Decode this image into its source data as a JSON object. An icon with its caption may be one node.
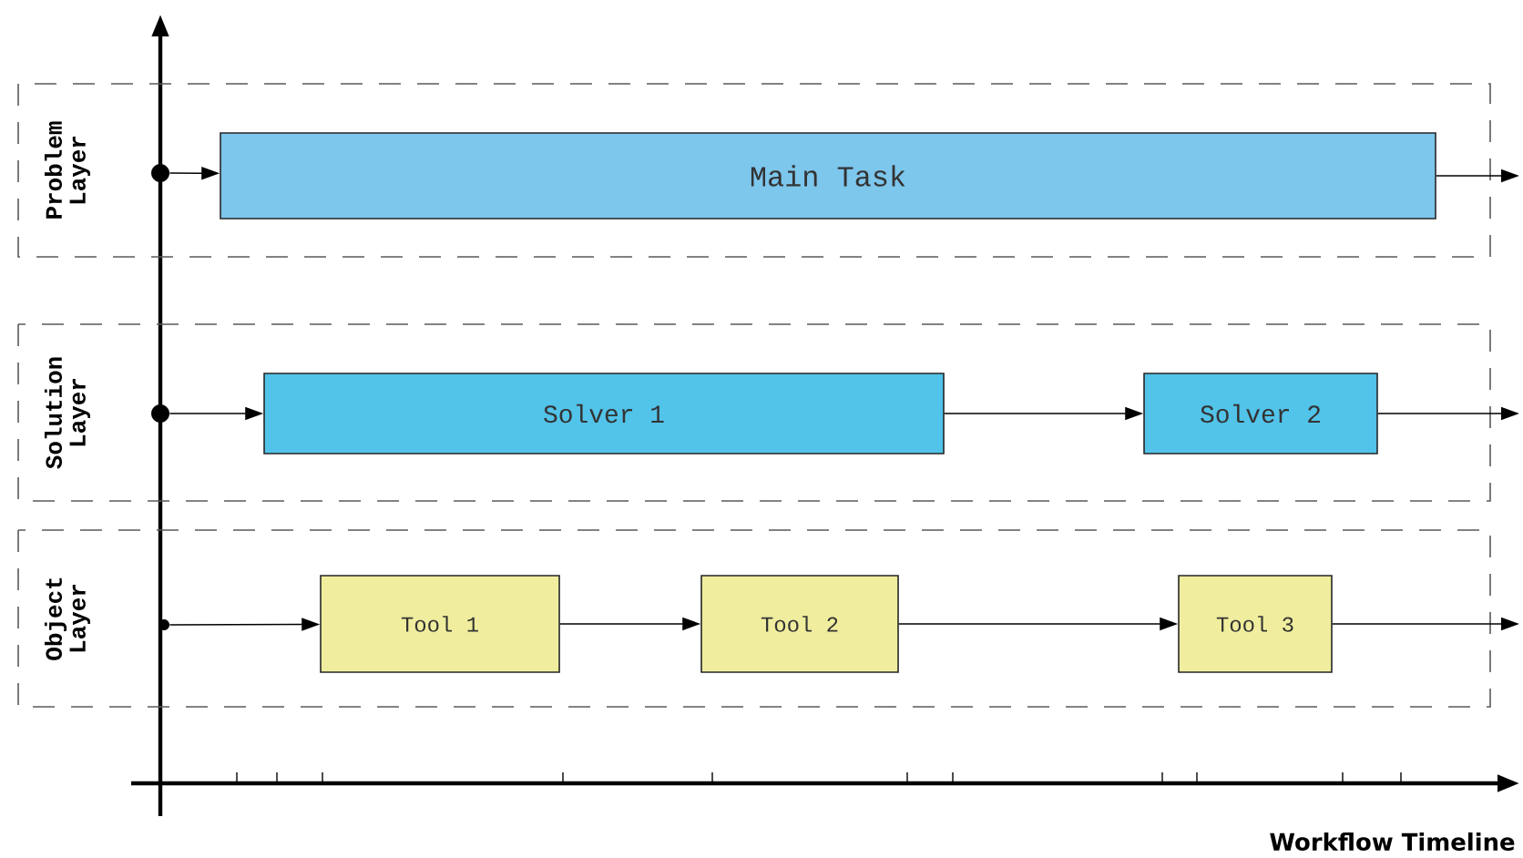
{
  "diagram": {
    "nodes": [
      {
        "text": [
          "Problem Layer"
        ]
      },
      {
        "text": [],
        "shape": "circle",
        "in": 0
      },
      {
        "text": [
          "Main Task"
        ],
        "in": 0
      },
      {
        "text": [
          "Solution Layer"
        ]
      },
      {
        "text": [],
        "shape": "circle",
        "in": 3
      },
      {
        "text": [
          "Solver 1"
        ],
        "in": 3
      },
      {
        "text": [
          "Solver 2"
        ],
        "in": 3
      },
      {
        "text": [
          "Object Layer"
        ]
      },
      {
        "text": [],
        "shape": "circle",
        "in": 7
      },
      {
        "text": [
          "Tool 1"
        ],
        "in": 7
      },
      {
        "text": [
          "Tool 2"
        ],
        "in": 7
      },
      {
        "text": [
          "Tool 3"
        ],
        "in": 7
      }
    ],
    "edges": [
      {
        "from": 1,
        "to": 2,
        "arrow": "to"
      },
      {
        "from": 2,
        "to": null,
        "arrow": "to"
      },
      {
        "from": 4,
        "to": 5,
        "arrow": "to"
      },
      {
        "from": 5,
        "to": 6,
        "arrow": "to"
      },
      {
        "from": 6,
        "to": null,
        "arrow": "to"
      },
      {
        "from": 8,
        "to": 9,
        "arrow": "to"
      },
      {
        "from": 9,
        "to": 10,
        "arrow": "to"
      },
      {
        "from": 10,
        "to": 11,
        "arrow": "to"
      },
      {
        "from": 11,
        "to": null,
        "arrow": "to"
      }
    ],
    "labels": [
      "Workflow Timeline"
    ]
  }
}
